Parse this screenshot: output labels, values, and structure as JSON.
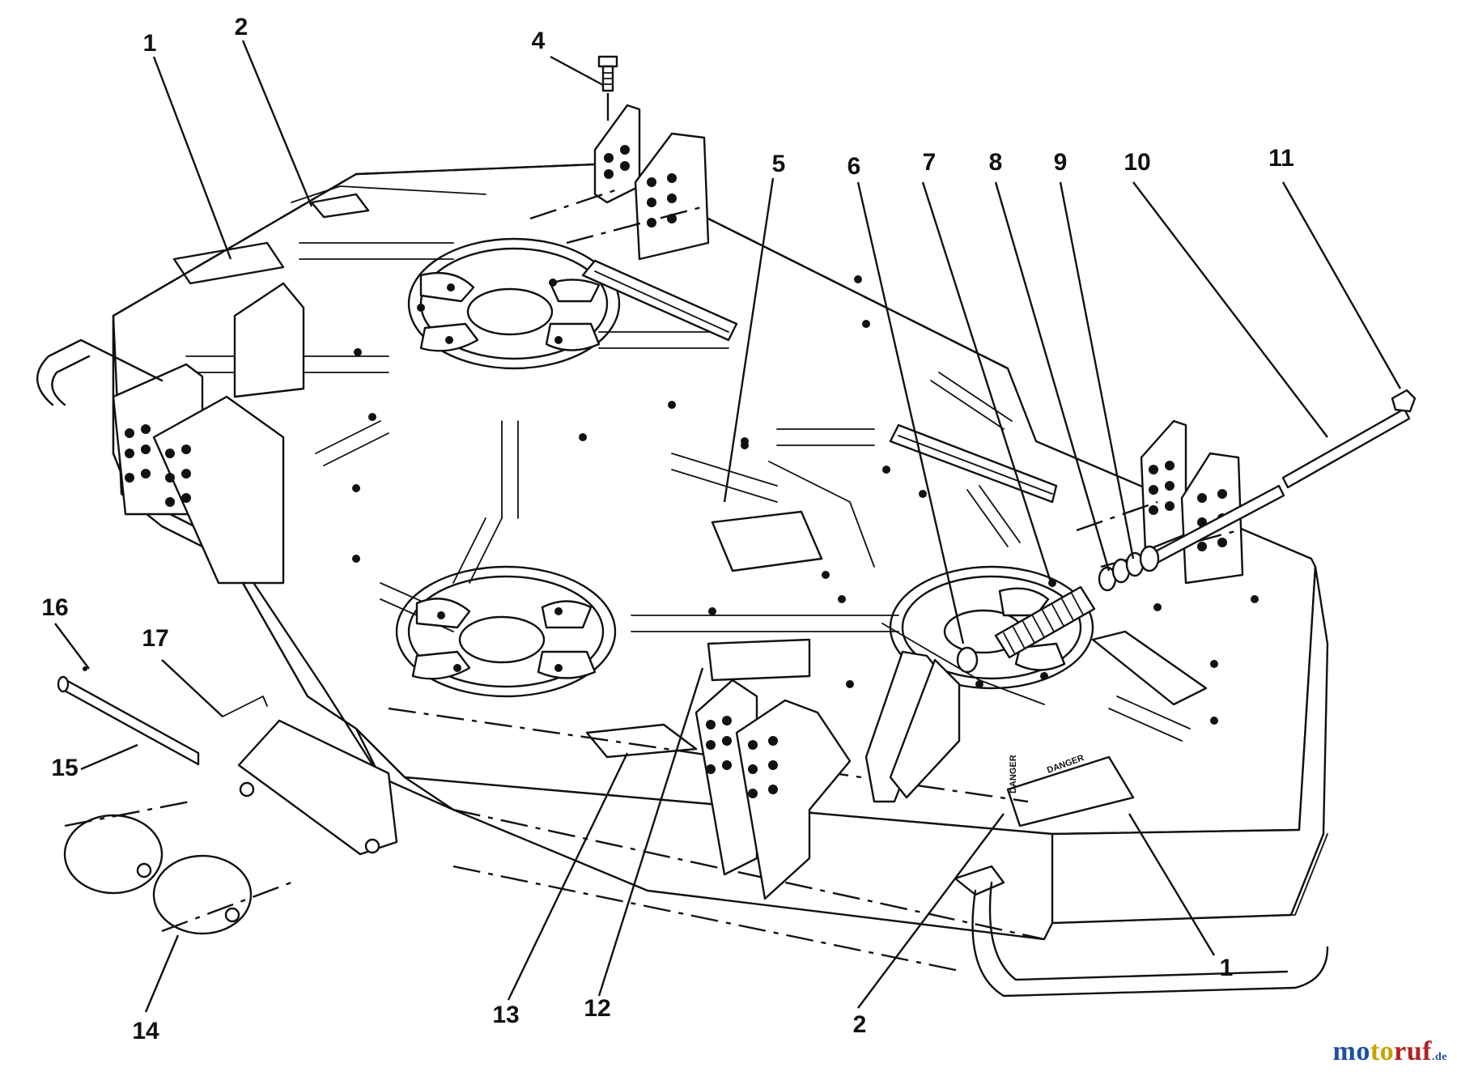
{
  "callouts": {
    "c1_left": "1",
    "c2_left": "2",
    "c4": "4",
    "c5": "5",
    "c6": "6",
    "c7": "7",
    "c8": "8",
    "c9": "9",
    "c10": "10",
    "c11": "11",
    "c16": "16",
    "c17": "17",
    "c15": "15",
    "c14": "14",
    "c13": "13",
    "c12": "12",
    "c2_bottom": "2",
    "c1_right": "1"
  },
  "decals": {
    "danger_1": "DANGER",
    "danger_2": "DANGER"
  },
  "watermark": {
    "part1": "mo",
    "part2": "to",
    "part3": "ruf",
    "suffix": ".de"
  }
}
